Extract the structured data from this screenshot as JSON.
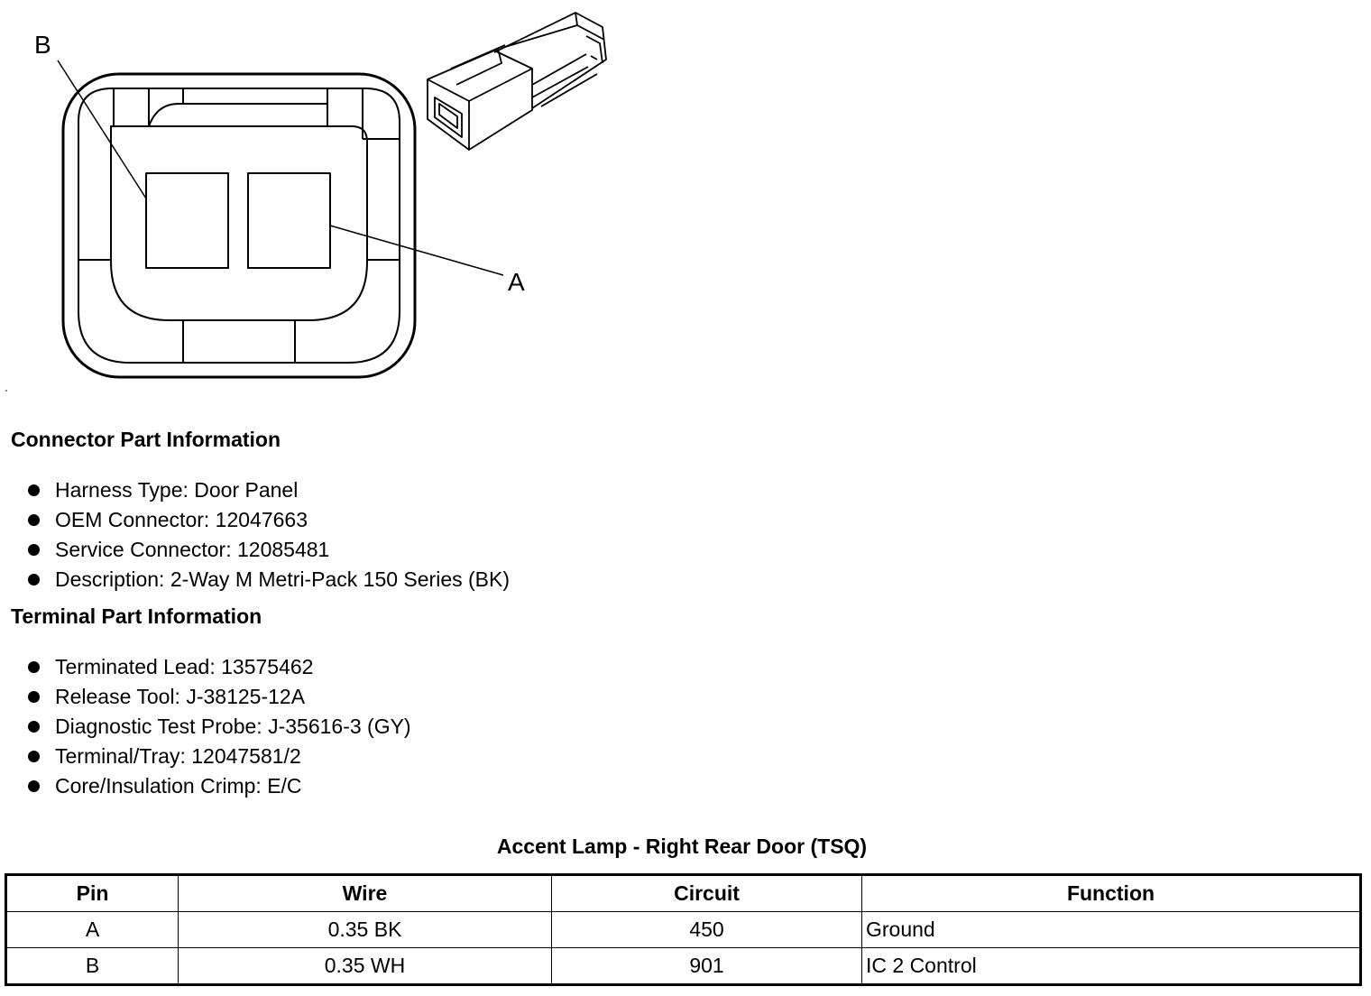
{
  "diagram": {
    "callouts": [
      "B",
      "A"
    ]
  },
  "connector_info": {
    "heading": "Connector Part Information",
    "items": [
      "Harness Type: Door Panel",
      "OEM Connector: 12047663",
      "Service Connector: 12085481",
      "Description: 2-Way M Metri-Pack 150 Series (BK)"
    ]
  },
  "terminal_info": {
    "heading": "Terminal Part Information",
    "items": [
      "Terminated Lead: 13575462",
      "Release Tool: J-38125-12A",
      "Diagnostic Test Probe: J-35616-3 (GY)",
      "Terminal/Tray: 12047581/2",
      "Core/Insulation Crimp: E/C"
    ]
  },
  "pin_table": {
    "title": "Accent Lamp - Right Rear Door (TSQ)",
    "headers": [
      "Pin",
      "Wire",
      "Circuit",
      "Function"
    ],
    "rows": [
      [
        "A",
        "0.35 BK",
        "450",
        "Ground"
      ],
      [
        "B",
        "0.35 WH",
        "901",
        "IC 2 Control"
      ]
    ]
  }
}
